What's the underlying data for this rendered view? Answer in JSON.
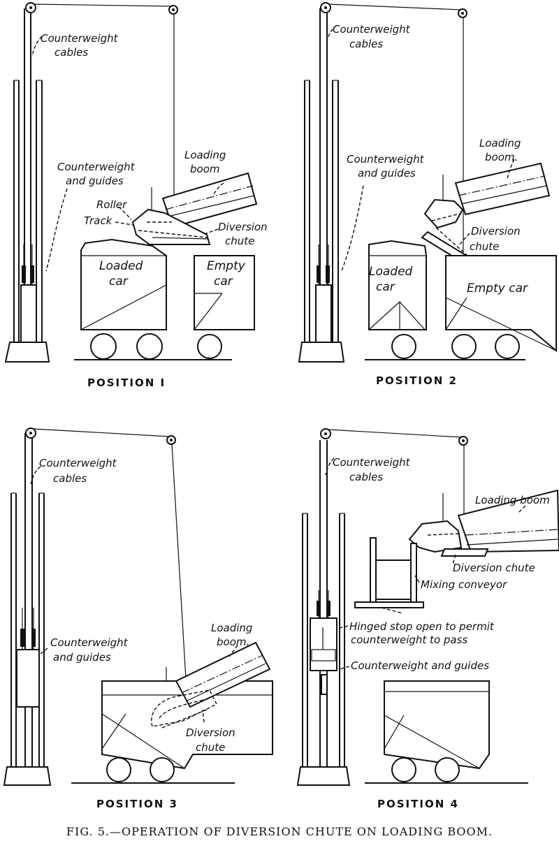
{
  "panels": [
    {
      "caption": "POSITION I",
      "labels": {
        "cables": [
          "Counterweight",
          "cables"
        ],
        "guides": [
          "Counterweight",
          "and guides"
        ],
        "boom": [
          "Loading",
          "boom"
        ],
        "roller": "Roller",
        "track": "Track",
        "chute": [
          "Diversion",
          "chute"
        ],
        "car1": [
          "Loaded",
          "car"
        ],
        "car2": [
          "Empty",
          "car"
        ]
      }
    },
    {
      "caption": "POSITION 2",
      "labels": {
        "cables": [
          "Counterweight",
          "cables"
        ],
        "guides": [
          "Counterweight",
          "and guides"
        ],
        "boom": [
          "Loading",
          "boom."
        ],
        "chute": [
          "Diversion",
          "chute"
        ],
        "car1": [
          "Loaded",
          "car"
        ],
        "car2": "Empty car"
      }
    },
    {
      "caption": "POSITION 3",
      "labels": {
        "cables": [
          "Counterweight",
          "cables"
        ],
        "guides": [
          "Counterweight",
          "and guides"
        ],
        "boom": [
          "Loading",
          "boom."
        ],
        "chute": [
          "Diversion",
          "chute"
        ]
      }
    },
    {
      "caption": "POSITION 4",
      "labels": {
        "cables": [
          "Counterweight",
          "cables"
        ],
        "boom": "Loading boom",
        "chute": "Diversion chute",
        "mixing": "Mixing conveyor",
        "stop": [
          "Hinged stop open to permit",
          "counterweight to pass"
        ],
        "guides": "Counterweight and guides"
      }
    }
  ],
  "figure_caption": "FIG. 5.—OPERATION OF DIVERSION CHUTE ON LOADING BOOM."
}
